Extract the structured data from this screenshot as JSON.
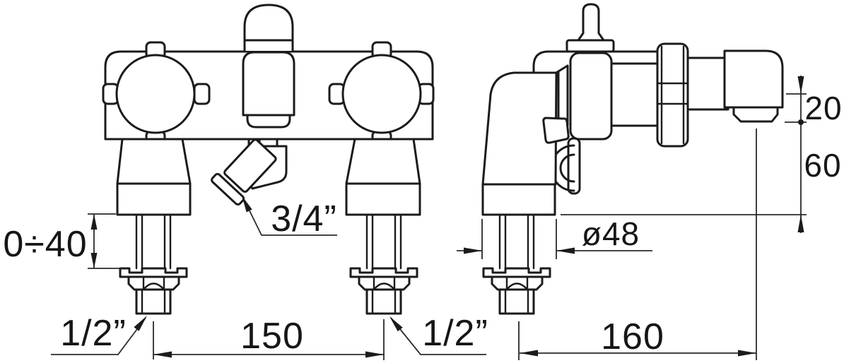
{
  "labels": {
    "offset_range": "0÷40",
    "hose_thread": "3/4”",
    "left_inlet_thread": "1/2”",
    "hole_spacing": "150",
    "right_inlet_thread": "1/2”",
    "spout_reach": "160",
    "column_diameter": "ø48",
    "spout_tip_drop": "20",
    "spout_height": "60"
  }
}
